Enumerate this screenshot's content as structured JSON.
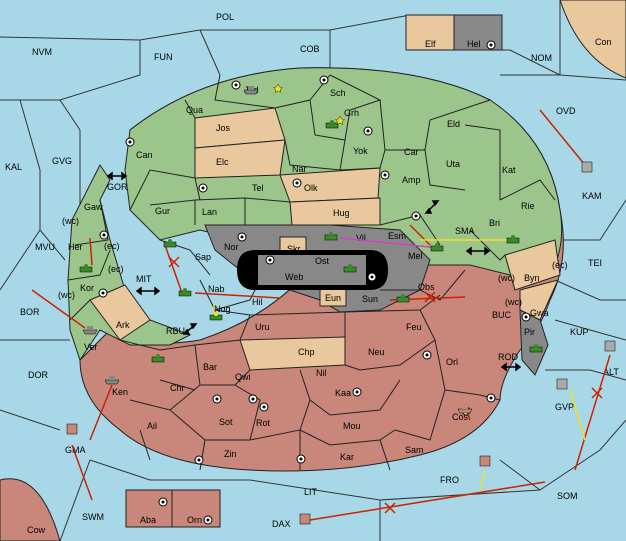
{
  "regions": {
    "seas": [
      "POL",
      "NVM",
      "FUN",
      "COB",
      "NOM",
      "OVD",
      "KAL",
      "GVG",
      "GOR",
      "MVU",
      "BOR",
      "MIT",
      "RBU",
      "SMA",
      "TEI",
      "BUC",
      "KUP",
      "ROD",
      "DOR",
      "ALT",
      "GVP",
      "FRO",
      "SOM",
      "LIT",
      "SWM",
      "DAX"
    ],
    "green": [
      "Jad",
      "Sch",
      "Qua",
      "Grh",
      "Eld",
      "Can",
      "Yok",
      "Car",
      "Nar",
      "Uta",
      "Kat",
      "Amp",
      "Gaw",
      "Gur",
      "Lan",
      "Tel",
      "Bri",
      "Rie",
      "Her",
      "Kor",
      "Ver",
      "Sap",
      "Esm",
      "Elc"
    ],
    "tan": [
      "Elf",
      "Con",
      "Jos",
      "Olk",
      "Hug",
      "Ark",
      "Skr",
      "Eun",
      "Chp",
      "Byn",
      "Gwa",
      "Aba",
      "Orn",
      "Cow"
    ],
    "red": [
      "Nab",
      "Nog",
      "Hil",
      "Uru",
      "Feu",
      "Neu",
      "Orl",
      "Bar",
      "Qwi",
      "Nil",
      "Chr",
      "Ken",
      "Kaa",
      "Ail",
      "Sot",
      "Rot",
      "Mou",
      "Cos",
      "Zin",
      "Kar",
      "Sam",
      "Obs",
      "Sun"
    ],
    "gray": [
      "Hel",
      "Nor",
      "Vil",
      "Web",
      "Ost",
      "Mel",
      "Pir"
    ]
  },
  "coast_labels": [
    "(wc)",
    "(ec)",
    "(ec)",
    "(wc)",
    "(wc)",
    "(ec)",
    "(wc)"
  ],
  "colors": {
    "sea": "#a8d8e8",
    "green": "#9cc58c",
    "tan": "#e8c89c",
    "red": "#c8877a",
    "gray": "#888888",
    "move_arrow": "#cc2200",
    "support_yellow": "#f0e020",
    "convoy_magenta": "#d040c0"
  },
  "icons": [
    "army-icon",
    "fleet-icon",
    "supply-center-icon",
    "star-icon",
    "bidirectional-arrow-icon"
  ]
}
